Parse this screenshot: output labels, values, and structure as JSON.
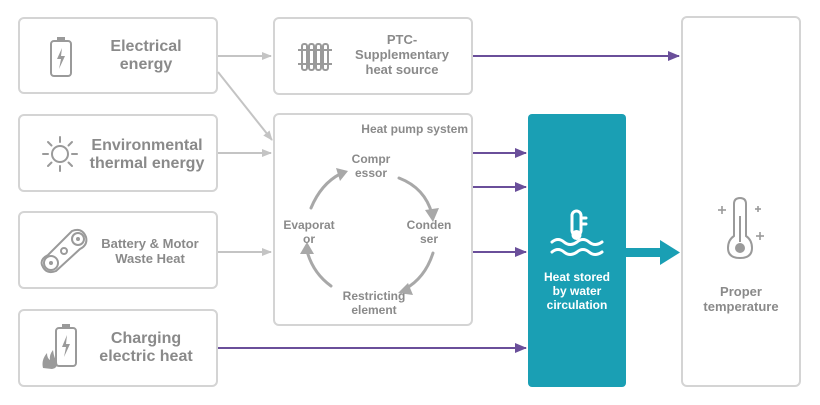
{
  "sources": {
    "electrical": "Electrical\nenergy",
    "environmental": "Environmental\nthermal energy",
    "waste_heat": "Battery & Motor\nWaste Heat",
    "charging": "Charging\nelectric heat"
  },
  "ptc": {
    "label": "PTC-\nSupplementary\nheat source"
  },
  "heat_pump": {
    "title": "Heat pump system",
    "compressor": "Compr\nessor",
    "condenser": "Conden\nser",
    "restricting": "Restricting\nelement",
    "evaporator": "Evaporat\nor"
  },
  "storage": {
    "label": "Heat stored\nby water\ncirculation"
  },
  "output": {
    "label": "Proper\ntemperature"
  },
  "colors": {
    "accent_purple": "#6a4f9a",
    "teal": "#1a9fb4",
    "box_border": "#d4d4d4",
    "gray_arrow": "#c4c4c4",
    "text_gray": "#8a8a8a"
  },
  "icons": {
    "electrical": "battery-icon",
    "environmental": "sun-icon",
    "waste_heat": "belt-pulley-icon",
    "charging": "battery-flame-icon",
    "ptc": "radiator-icon",
    "storage": "water-thermometer-icon",
    "output": "thermometer-icon"
  }
}
